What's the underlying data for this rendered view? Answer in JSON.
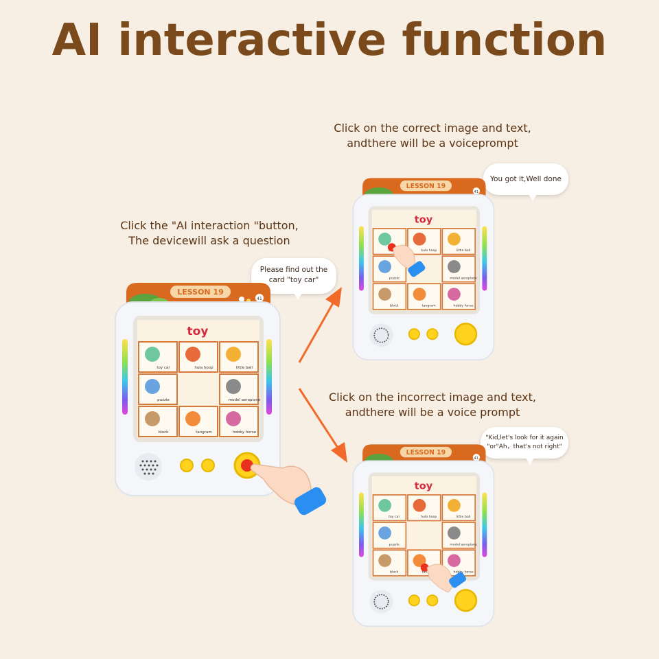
{
  "title": "AI interactive function",
  "left_caption": {
    "line1": "Click the \"AI interaction \"button,",
    "line2": "The devicewill ask a question"
  },
  "top_caption": {
    "line1": "Click on the correct image and text,",
    "line2": "andthere will be a voiceprompt"
  },
  "bottom_caption": {
    "line1": "Click on the incorrect image and text,",
    "line2": "andthere will be a voice prompt"
  },
  "bubbles": {
    "question": {
      "line1": "Please find out the",
      "line2": "card \"toy car\""
    },
    "correct": {
      "line1": "You got it,Well done"
    },
    "incorrect": {
      "line1": "\"Kid,let's look for it again",
      "line2": "\"or\"Ah，that's not right\""
    }
  },
  "device": {
    "lesson_label": "LESSON 19",
    "page_number": "41",
    "screen_title": "toy",
    "cards": [
      {
        "label": "toy car",
        "icon": "toy-car-icon"
      },
      {
        "label": "hula hoop",
        "icon": "hula-hoop-icon"
      },
      {
        "label": "little ball",
        "icon": "ball-icon"
      },
      {
        "label": "puzzle",
        "icon": "puzzle-icon"
      },
      {
        "label": "tangram",
        "icon": "tangram-icon"
      },
      {
        "label": "model aeroplane",
        "icon": "aeroplane-icon"
      },
      {
        "label": "block",
        "icon": "block-icon"
      },
      {
        "label": "hobby horse",
        "icon": "hobby-horse-icon"
      }
    ]
  },
  "colors": {
    "background": "#f7eee4",
    "title": "#7a4a1c",
    "caption": "#5b3414",
    "header_orange": "#d9691f",
    "arrow": "#f26a2a",
    "device_body": "#f4f6fa",
    "ai_button": "#ffd21f"
  }
}
